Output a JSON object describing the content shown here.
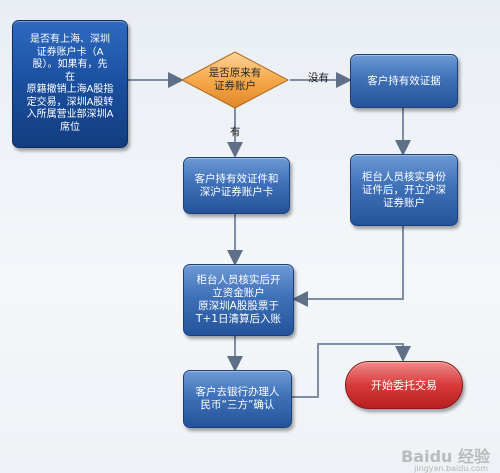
{
  "nodes": {
    "start": "是否有上海、深圳\n证券账户卡（A\n股）。如果有，先\n在\n原籍撤销上海A股指\n定交易，深圳A股转\n入所属营业部深圳A\n席位",
    "decision": "是否原来有\n证券账户",
    "no_branch": "客户持有效证据",
    "yes_branch": "客户持有效证件和\n深沪证券账户卡",
    "counter_open": "柜台人员核实身份\n证件后，开立沪深\n证券账户",
    "counter_fund": "柜台人员核实后开\n立资金账户\n原深圳A股股票于\nT+1日清算后入账",
    "bank": "客户去银行办理人\n民币“三方”确认",
    "end": "开始委托交易"
  },
  "edge_labels": {
    "no": "没有",
    "yes": "有"
  },
  "watermark": {
    "brand": "Baidu 经验",
    "url": "jingyan.baidu.com"
  },
  "colors": {
    "box": "#3f71b9",
    "decision": "#f5a94a",
    "end": "#d83a3a",
    "line": "#7f8ea3"
  }
}
